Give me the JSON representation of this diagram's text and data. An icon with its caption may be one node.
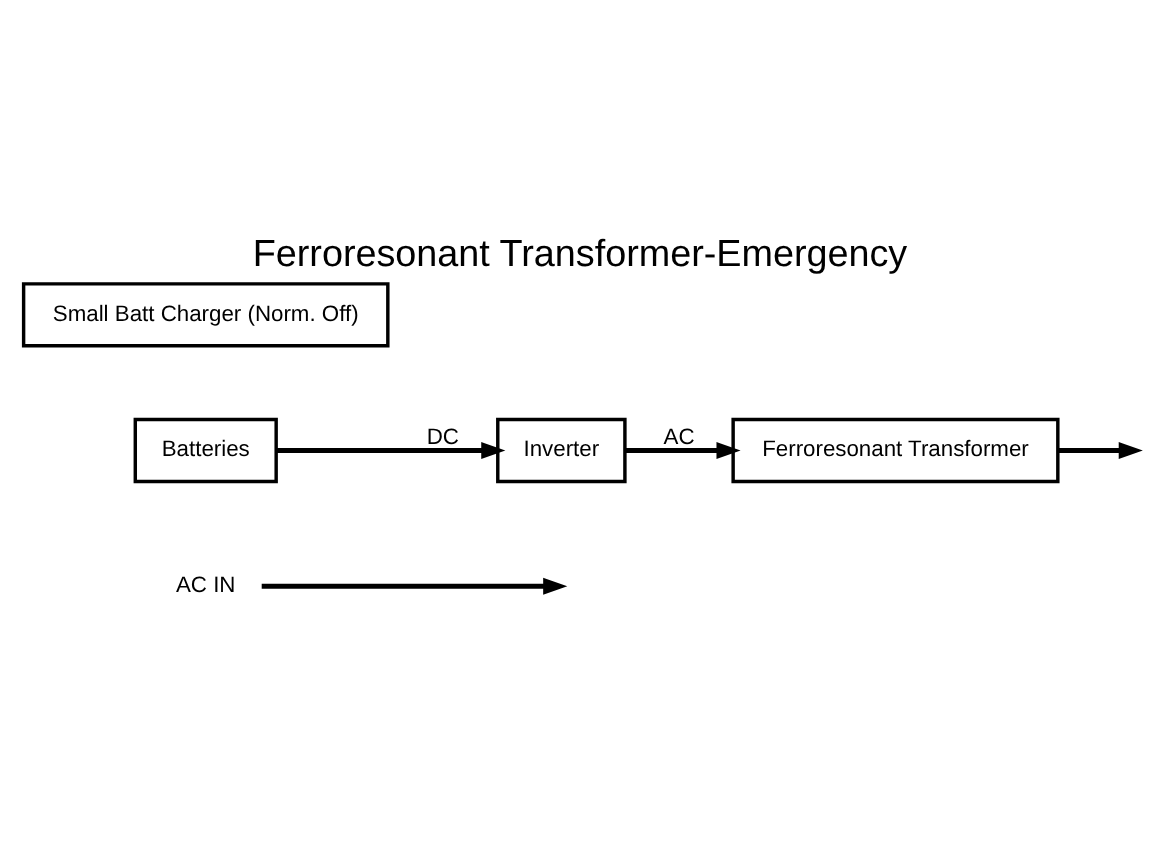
{
  "diagram": {
    "title": "Ferroresonant Transformer-Emergency",
    "nodes": [
      {
        "text": [
          "AC IN"
        ]
      },
      {
        "text": [
          "Ferroresonant Transformer"
        ]
      },
      {
        "text": [
          "Small Batt Charger (Norm. Off)"
        ]
      },
      {
        "text": [
          "Batteries"
        ]
      },
      {
        "text": [
          "Inverter"
        ]
      }
    ],
    "edges": [
      {
        "from": 0,
        "to": null,
        "arrow": "to"
      },
      {
        "from": 3,
        "to": 4,
        "label": "DC",
        "arrow": "to"
      },
      {
        "from": 4,
        "to": 1,
        "label": "AC",
        "arrow": "to"
      },
      {
        "from": 1,
        "to": null,
        "arrow": "to"
      }
    ]
  }
}
